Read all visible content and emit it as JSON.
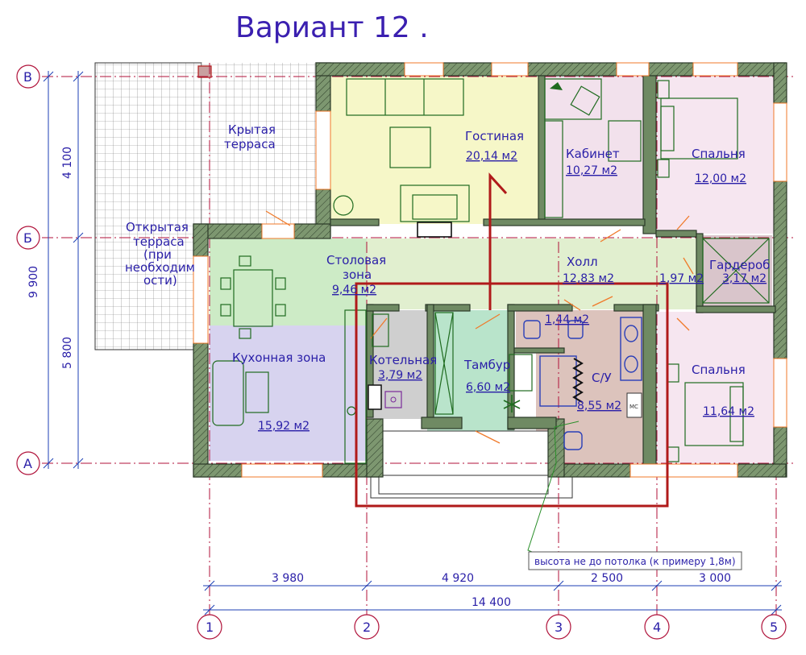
{
  "title": "Вариант 12 .",
  "rooms": {
    "living": {
      "name": "Гостиная",
      "area": "20,14 м2"
    },
    "office": {
      "name": "Кабинет",
      "area": "10,27 м2"
    },
    "bedroom1": {
      "name": "Спальня",
      "area": "12,00 м2"
    },
    "covered_terrace": {
      "name1": "Крытая",
      "name2": "терраса"
    },
    "open_terrace": {
      "l1": "Открытая",
      "l2": "терраса",
      "l3": "(при",
      "l4": "необходим",
      "l5": "ости)"
    },
    "dining": {
      "name1": "Столовая",
      "name2": "зона",
      "area": "9,46 м2"
    },
    "hall": {
      "name": "Холл",
      "area": "12,83 м2"
    },
    "hall_small": {
      "area": "1,97 м2"
    },
    "wardrobe": {
      "name": "Гардероб",
      "area": "3,17 м2"
    },
    "kitchen": {
      "name": "Кухонная зона",
      "area": "15,92 м2"
    },
    "boiler": {
      "name": "Котельная",
      "area": "3,79 м2"
    },
    "vestibule": {
      "name": "Тамбур",
      "area": "6,60 м2"
    },
    "wc_small": {
      "area": "1,44 м2"
    },
    "bathroom": {
      "name": "С/У",
      "area": "8,55 м2"
    },
    "bedroom2": {
      "name": "Спальня",
      "area": "11,64 м2"
    }
  },
  "axes": {
    "rows": [
      "В",
      "Б",
      "А"
    ],
    "cols": [
      "1",
      "2",
      "3",
      "4",
      "5"
    ]
  },
  "dimensions": {
    "vertical_total": "9 900",
    "vertical_upper": "4 100",
    "vertical_lower": "5 800",
    "horizontal": [
      "3 980",
      "4 920",
      "2 500",
      "3 000"
    ],
    "horizontal_total": "14 400"
  },
  "note": "высота не до потолка (к примеру 1,8м)",
  "appliance_label": "МС",
  "colors": {
    "living": "#f6f7c8",
    "office": "#f2e1ec",
    "bedroom": "#f6e6f0",
    "dining": "#cdebc6",
    "hall": "#e1efcf",
    "kitchen": "#d7d3ef",
    "boiler": "#cfcfcf",
    "vestibule": "#b9e4cb",
    "bathroom": "#dcc3bc",
    "wardrobe": "#d9c5cb",
    "ink": "#2a1fa8",
    "accent_red": "#b01a1a"
  }
}
